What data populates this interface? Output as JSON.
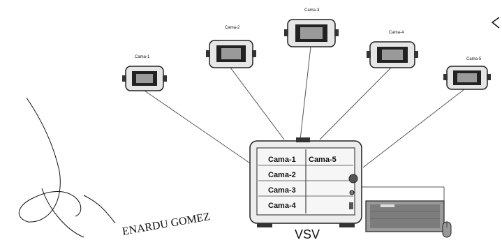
{
  "cameras": [
    {
      "label": "Cama-1"
    },
    {
      "label": "Cama-2"
    },
    {
      "label": "Cama-3"
    },
    {
      "label": "Cama-4"
    },
    {
      "label": "Cama-5"
    }
  ],
  "monitor": {
    "label": "VSV",
    "grid_left": [
      "Cama-1",
      "Cama-2",
      "Cama-3",
      "Cama-4"
    ],
    "grid_right": [
      "Cama-5"
    ]
  },
  "signature_text": "ENARDU GOMEZ",
  "icons": {
    "camera": "bedside-monitor-icon",
    "keyboard": "keyboard-icon",
    "mouse": "mouse-icon"
  },
  "colors": {
    "line": "#555555",
    "frame": "#222222",
    "device_fill": "#e6e6e6",
    "screen_fill": "#111111"
  }
}
